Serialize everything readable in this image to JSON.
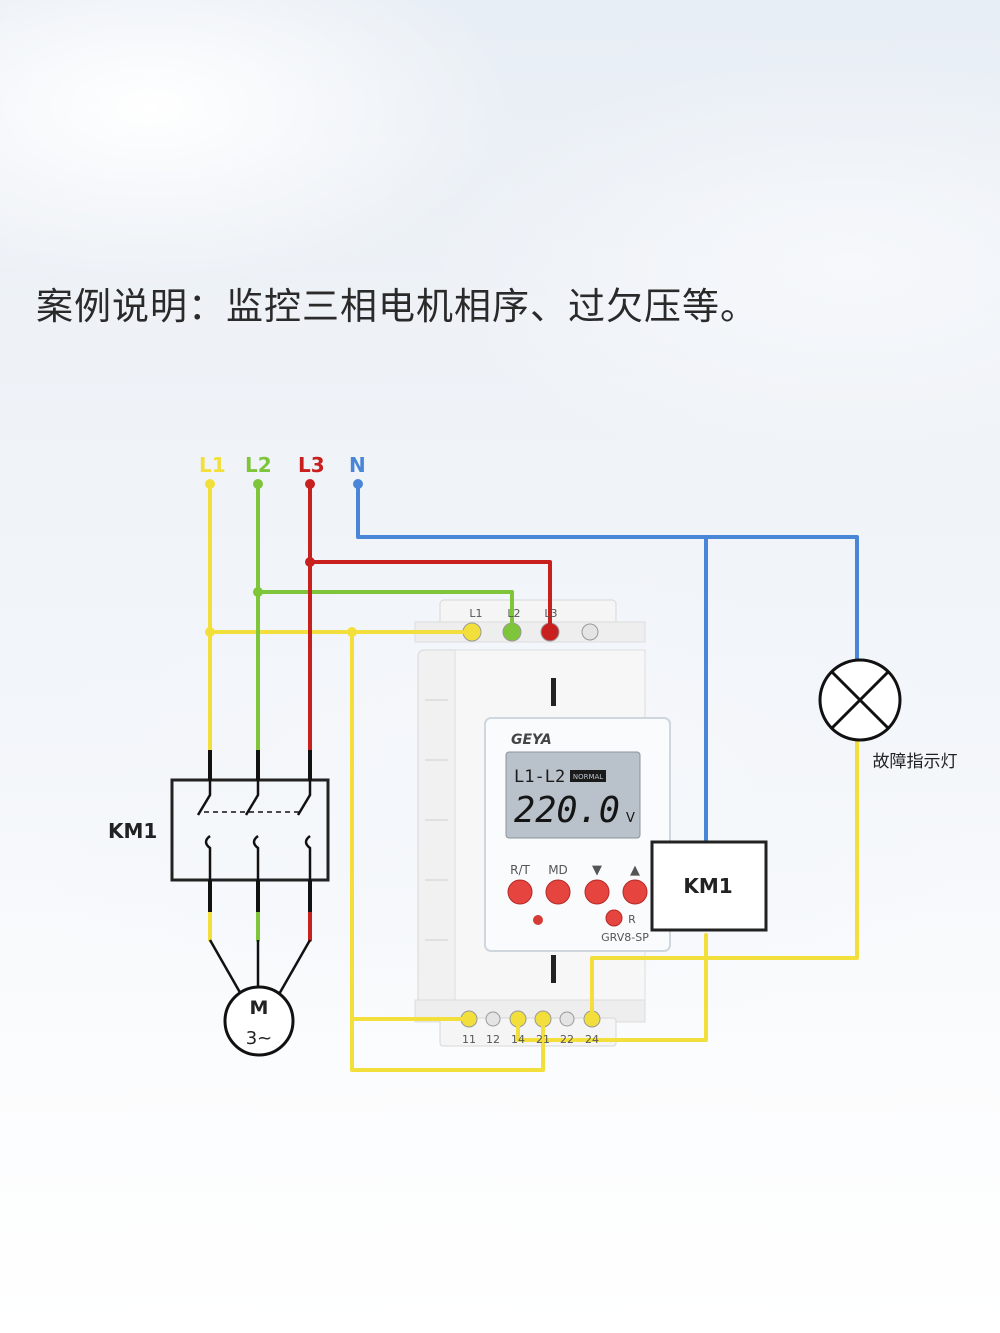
{
  "caption": "案例说明：监控三相电机相序、过欠压等。",
  "phases": [
    {
      "label": "L1",
      "color": "#f3df3b"
    },
    {
      "label": "L2",
      "color": "#7ec53a"
    },
    {
      "label": "L3",
      "color": "#c8201e"
    },
    {
      "label": "N",
      "color": "#4a86d8"
    }
  ],
  "contactor_left_label": "KM1",
  "contactor_right_label": "KM1",
  "motor": {
    "letter": "M",
    "type": "3~"
  },
  "lamp_label": "故障指示灯",
  "relay": {
    "brand": "GEYA",
    "model": "GRV8-SP",
    "top_terminals": [
      "L1",
      "L2",
      "L3"
    ],
    "display": {
      "mode": "L1-L2",
      "status": "NORMAL",
      "value": "220.0",
      "unit": "V"
    },
    "buttons": [
      "R/T",
      "MD",
      "▼",
      "▲"
    ],
    "reset_label": "R",
    "bottom_terminals": [
      "11",
      "12",
      "14",
      "21",
      "22",
      "24"
    ]
  }
}
